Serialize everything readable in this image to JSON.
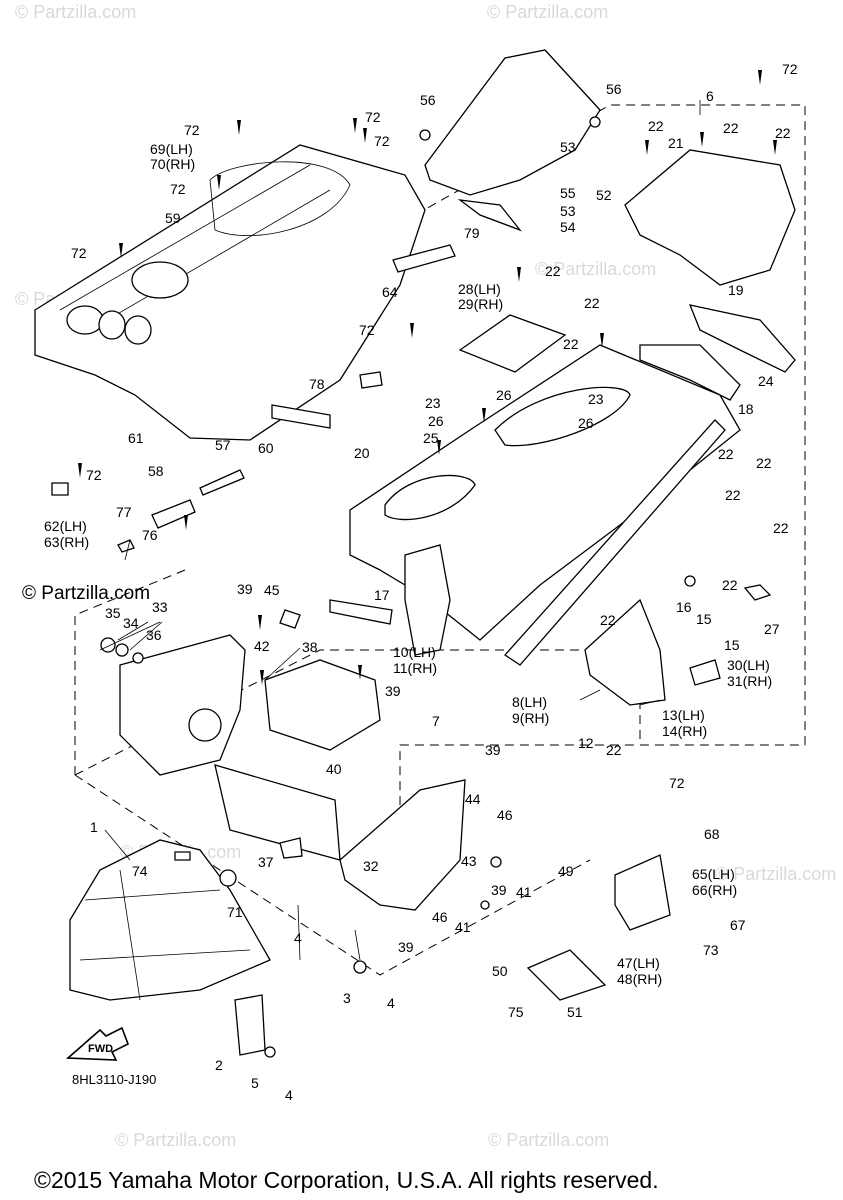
{
  "watermark": "© Partzilla.com",
  "brand_mark": "© Partzilla.com",
  "diagram_code": "8HL3110-J190",
  "fwd_label": "FWD",
  "copyright": "©2015 Yamaha Motor Corporation, U.S.A. All rights reserved.",
  "callouts": [
    "1",
    "2",
    "3",
    "4",
    "4",
    "4",
    "5",
    "6",
    "7",
    "8(LH)",
    "9(RH)",
    "10(LH)",
    "11(RH)",
    "12",
    "13(LH)",
    "14(RH)",
    "15",
    "15",
    "16",
    "17",
    "18",
    "19",
    "20",
    "21",
    "22",
    "22",
    "22",
    "22",
    "22",
    "22",
    "22",
    "22",
    "22",
    "22",
    "22",
    "22",
    "22",
    "23",
    "23",
    "24",
    "25",
    "26",
    "26",
    "26",
    "27",
    "28(LH)",
    "29(RH)",
    "30(LH)",
    "31(RH)",
    "32",
    "33",
    "34",
    "35",
    "36",
    "37",
    "38",
    "39",
    "39",
    "39",
    "39",
    "39",
    "40",
    "41",
    "41",
    "42",
    "43",
    "44",
    "45",
    "46",
    "46",
    "47(LH)",
    "48(RH)",
    "49",
    "50",
    "51",
    "52",
    "53",
    "53",
    "54",
    "55",
    "56",
    "56",
    "57",
    "58",
    "59",
    "60",
    "61",
    "62(LH)",
    "63(RH)",
    "64",
    "65(LH)",
    "66(RH)",
    "67",
    "68",
    "69(LH)",
    "70(RH)",
    "71",
    "72",
    "72",
    "72",
    "72",
    "72",
    "72",
    "72",
    "72",
    "72",
    "73",
    "74",
    "75",
    "76",
    "77",
    "78",
    "79"
  ]
}
